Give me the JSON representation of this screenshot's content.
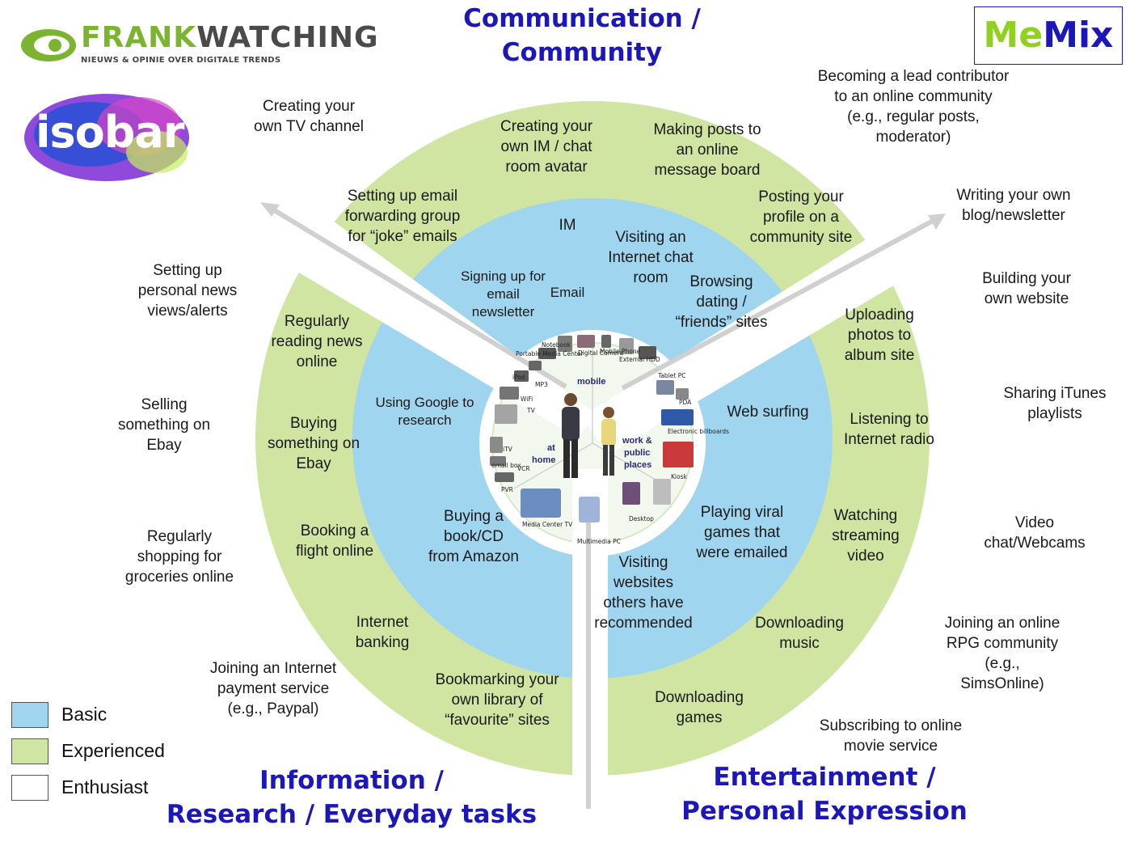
{
  "colors": {
    "basic": "#9fd5ee",
    "experienced": "#cfe5a1",
    "enthusiast": "#ffffff",
    "heading_blue": "#1c17b8",
    "me_green": "#8fd11c"
  },
  "logos": {
    "frankwatching_prefix": "FRANK",
    "frankwatching_suffix": "WATCHING",
    "frankwatching_tagline": "NIEUWS & OPINIE OVER DIGITALE TRENDS",
    "isobar": "isobar",
    "memix_me": "Me",
    "memix_mix": "Mix"
  },
  "headings": {
    "communication": [
      "Communication /",
      "Community"
    ],
    "information": [
      "Information /",
      "Research / Everyday tasks"
    ],
    "entertainment": [
      "Entertainment /",
      "Personal Expression"
    ]
  },
  "legend": [
    {
      "label": "Basic",
      "color": "#9fd5ee"
    },
    {
      "label": "Experienced",
      "color": "#cfe5a1"
    },
    {
      "label": "Enthusiast",
      "color": "#ffffff"
    }
  ],
  "center": {
    "mobile": "mobile",
    "at_home": [
      "at",
      "home"
    ],
    "work_public": [
      "work &",
      "public",
      "places"
    ],
    "devices": [
      "Notebook",
      "Portable Media Center",
      "Digital Camera",
      "Mobile Phone",
      "External HDD",
      "Tablet PC",
      "iPod",
      "MP3",
      "WiFi",
      "TV",
      "PDA",
      "Electronic billboards",
      "iTV",
      "email box",
      "VCR",
      "Kiosk",
      "PVR",
      "Media Center TV",
      "Multimedia PC",
      "Desktop"
    ]
  },
  "basic_items": {
    "im": [
      "IM"
    ],
    "signing_up": [
      "Signing up for",
      "email",
      "newsletter"
    ],
    "email": [
      "Email"
    ],
    "visiting_chat": [
      "Visiting an",
      "Internet chat",
      "room"
    ],
    "browsing_dating": [
      "Browsing",
      "dating /",
      "“friends” sites"
    ],
    "using_google": [
      "Using Google to",
      "research"
    ],
    "web_surfing": [
      "Web surfing"
    ],
    "buying_book": [
      "Buying a",
      "book/CD",
      "from Amazon"
    ],
    "playing_viral": [
      "Playing viral",
      "games that",
      "were emailed"
    ],
    "visiting_websites": [
      "Visiting",
      "websites",
      "others have",
      "recommended"
    ]
  },
  "experienced_items": {
    "creating_avatar": [
      "Creating your",
      "own IM / chat",
      "room avatar"
    ],
    "making_posts": [
      "Making posts to",
      "an online",
      "message board"
    ],
    "email_forwarding": [
      "Setting up email",
      "forwarding group",
      "for “joke” emails"
    ],
    "posting_profile": [
      "Posting your",
      "profile on a",
      "community site"
    ],
    "reading_news": [
      "Regularly",
      "reading news",
      "online"
    ],
    "buying_ebay": [
      "Buying",
      "something on",
      "Ebay"
    ],
    "booking_flight": [
      "Booking a",
      "flight online"
    ],
    "internet_banking": [
      "Internet",
      "banking"
    ],
    "bookmarking": [
      "Bookmarking your",
      "own library of",
      "“favourite” sites"
    ],
    "uploading_photos": [
      "Uploading",
      "photos to",
      "album site"
    ],
    "internet_radio": [
      "Listening to",
      "Internet radio"
    ],
    "streaming_video": [
      "Watching",
      "streaming",
      "video"
    ],
    "downloading_music": [
      "Downloading",
      "music"
    ],
    "downloading_games": [
      "Downloading",
      "games"
    ]
  },
  "enthusiast_items": {
    "tv_channel": [
      "Creating your",
      "own TV channel"
    ],
    "lead_contributor": [
      "Becoming a lead contributor",
      "to an online community",
      "(e.g., regular posts,",
      "moderator)"
    ],
    "blog": [
      "Writing your own",
      "blog/newsletter"
    ],
    "news_views": [
      "Setting up",
      "personal news",
      "views/alerts"
    ],
    "own_website": [
      "Building your",
      "own website"
    ],
    "selling_ebay": [
      "Selling",
      "something on",
      "Ebay"
    ],
    "itunes": [
      "Sharing iTunes",
      "playlists"
    ],
    "groceries": [
      "Regularly",
      "shopping for",
      "groceries online"
    ],
    "webcams": [
      "Video",
      "chat/Webcams"
    ],
    "payment_service": [
      "Joining an Internet",
      "payment service",
      "(e.g., Paypal)"
    ],
    "rpg": [
      "Joining an online",
      "RPG community",
      "(e.g.,",
      "SimsOnline)"
    ],
    "movie_service": [
      "Subscribing to online",
      "movie service"
    ]
  }
}
